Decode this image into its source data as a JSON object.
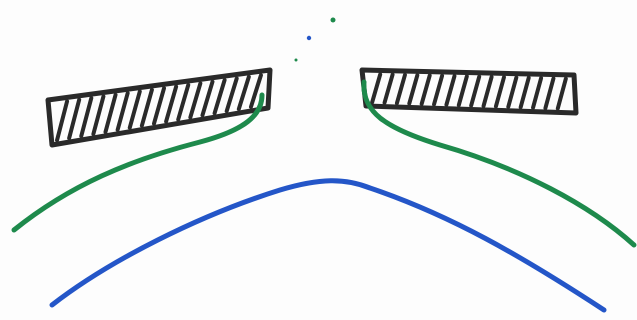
{
  "colors": {
    "background": "#fdfdfd",
    "ink_black": "#2a2a2a",
    "ink_green": "#1e8a4c",
    "ink_blue": "#2456c8"
  },
  "figure": {
    "elements": [
      "hatched-block-left",
      "hatched-block-right",
      "green-curve-left",
      "green-curve-right",
      "blue-arch-curve",
      "ink-specks"
    ]
  }
}
